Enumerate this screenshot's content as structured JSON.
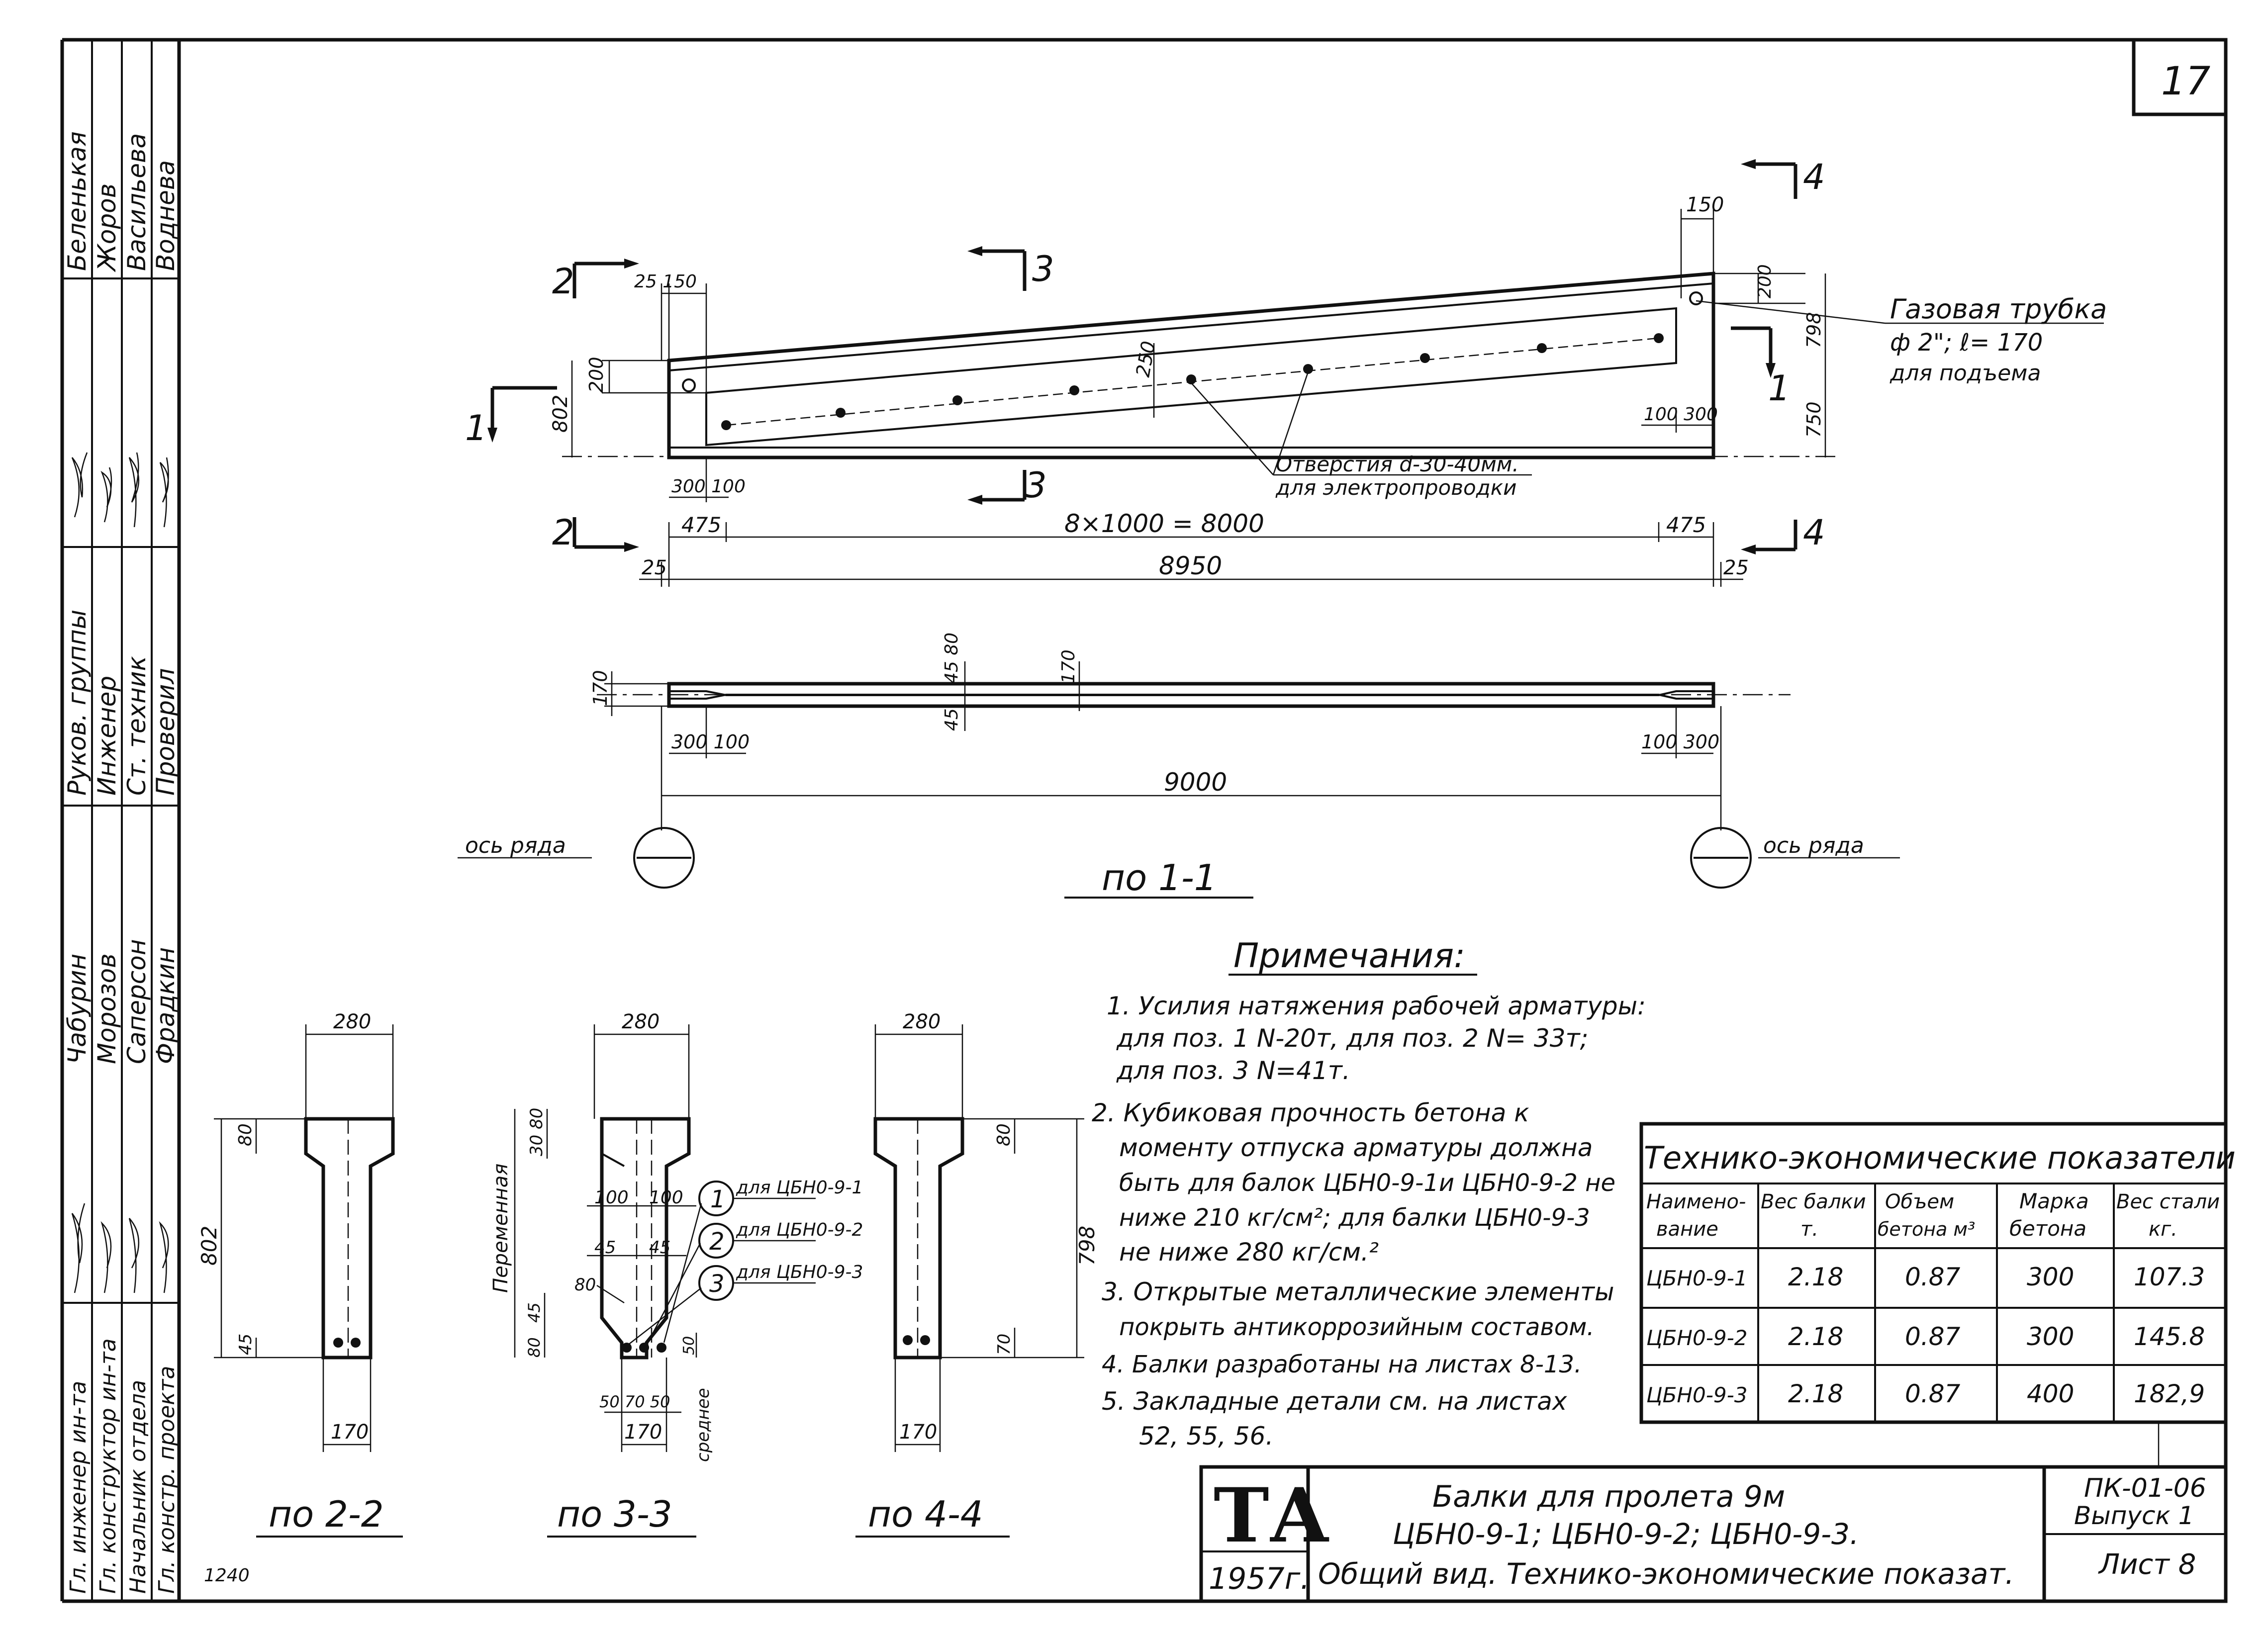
{
  "sheet_number": "17",
  "side_stamp": {
    "persons_a": [
      "Беленькая",
      "Жоров",
      "Васильева",
      "Воднева"
    ],
    "roles": [
      "Руков. группы",
      "Инженер",
      "Ст. техник",
      "Проверил"
    ],
    "persons_b": [
      "Чабурин",
      "Морозов",
      "Саперсон",
      "Фрадкин"
    ],
    "titles": [
      "Гл. инженер ин-та",
      "Гл. конструктор ин-та",
      "Начальник отдела",
      "Гл. констр. проекта"
    ]
  },
  "elevation": {
    "section_marks": [
      "1",
      "1",
      "2",
      "2",
      "3",
      "3",
      "4",
      "4"
    ],
    "dims": {
      "d25_150": "25 150",
      "d150": "150",
      "d200": "200",
      "d802": "802",
      "d250": "250",
      "d798": "798",
      "d750": "750",
      "d200b": "200",
      "d100_300": "100 300",
      "d300_100": "300 100",
      "d475a": "475",
      "d8000": "8×1000 = 8000",
      "d475b": "475",
      "d25a": "25",
      "d8950": "8950",
      "d25b": "25"
    },
    "pipe_note": [
      "Газовая трубка",
      "ф 2\"; ℓ= 170",
      "для подъема"
    ],
    "holes_note": [
      "Отверстия d-30-40мм.",
      "для электропроводки"
    ]
  },
  "plan": {
    "dims": {
      "d170": "170",
      "d45_80": "45 80",
      "d45": "45",
      "d170b": "170",
      "d300_100": "300  100",
      "d100_300": "100 300",
      "d9000": "9000"
    },
    "axis_label": "ось ряда",
    "view_title": "по 1-1"
  },
  "sections": [
    {
      "title": "по 2-2",
      "dims": {
        "top": "280",
        "flange": "80",
        "height": "802",
        "bottom": "45",
        "base": "170"
      }
    },
    {
      "title": "по 3-3",
      "dims": {
        "top": "280",
        "flange": "30 80",
        "w1": "100",
        "w2": "100",
        "w3": "45",
        "w4": "45",
        "w5": "80",
        "w6": "45",
        "w7": "80",
        "w8": "50",
        "base_parts": "50 70 50",
        "base": "170",
        "vertical": "Переменная",
        "mid_label": "среднее"
      },
      "callouts": [
        {
          "num": "1",
          "text": "для ЦБН0-9-1"
        },
        {
          "num": "2",
          "text": "для ЦБН0-9-2"
        },
        {
          "num": "3",
          "text": "для ЦБН0-9-3"
        }
      ]
    },
    {
      "title": "по 4-4",
      "dims": {
        "top": "280",
        "flange": "80",
        "height": "798",
        "bottom": "70",
        "base": "170"
      }
    }
  ],
  "notes": {
    "title": "Примечания:",
    "lines": [
      "1. Усилия натяжения рабочей арматуры:",
      "для поз. 1 N-20т, для поз. 2 N= 33т;",
      "для поз. 3 N=41т.",
      "2. Кубиковая прочность бетона к",
      "моменту отпуска арматуры должна",
      "быть для балок ЦБН0-9-1и ЦБН0-9-2 не",
      "ниже 210 кг/см²; для балки ЦБН0-9-3",
      "не ниже 280 кг/см.²",
      "3. Открытые металлические элементы",
      "покрыть антикоррозийным составом.",
      "4. Балки разработаны на листах 8-13.",
      "5. Закладные детали см. на листах",
      "52, 55, 56."
    ]
  },
  "table": {
    "title": "Технико-экономические показатели",
    "headers": [
      [
        "Наимено-",
        "вание"
      ],
      [
        "Вес балки",
        "т."
      ],
      [
        "Объем",
        "бетона м³"
      ],
      [
        "Марка",
        "бетона"
      ],
      [
        "Вес стали",
        "кг."
      ]
    ],
    "rows": [
      [
        "ЦБН0-9-1",
        "2.18",
        "0.87",
        "300",
        "107.3"
      ],
      [
        "ЦБН0-9-2",
        "2.18",
        "0.87",
        "300",
        "145.8"
      ],
      [
        "ЦБН0-9-3",
        "2.18",
        "0.87",
        "400",
        "182,9"
      ]
    ]
  },
  "title_block": {
    "logo": "ТА",
    "year": "1957г.",
    "title_lines": [
      "Балки для пролета 9м",
      "ЦБН0-9-1; ЦБН0-9-2; ЦБН0-9-3.",
      "Общий вид. Технико-экономические показат."
    ],
    "code": "ПК-01-06",
    "issue": "Выпуск 1",
    "sheet": "Лист 8"
  },
  "corner_number": "1240"
}
